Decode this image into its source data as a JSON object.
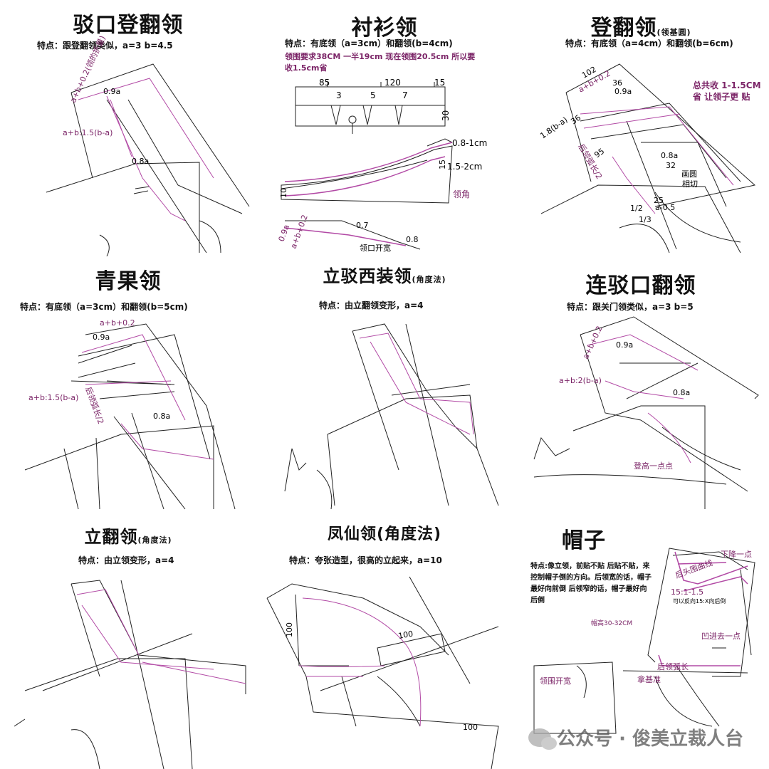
{
  "panels": [
    {
      "title": "驳口登翻领",
      "sub": "",
      "feature": "特点：跟登翻领类似，a=3 b=4.5",
      "labels": [
        "a+b+0.2(领的折量)",
        "0.9a",
        "a+b:1.5(b-a)",
        "0.8a"
      ]
    },
    {
      "title": "衬衫领",
      "sub": "",
      "feature": "特点：有底领（a=3cm）和翻领(b=4cm)",
      "note": "领围要求38CM 一半19cm 现在领围20.5cm 所以要收1.5cm省",
      "labels": [
        "85",
        "120",
        "15",
        "3",
        "5",
        "7",
        "30",
        "0.8-1cm",
        "1.5-2cm",
        "15",
        "10",
        "领角",
        "0.9a",
        "a+b+0.2",
        "0.7",
        "0.8",
        "领口开宽"
      ]
    },
    {
      "title": "登翻领",
      "sub": "(领基圆)",
      "feature": "特点：有底领（a=4cm）和翻领(b=6cm)",
      "note": "总共收 1-1.5CM省 让领子更 贴",
      "labels": [
        "102",
        "a+b+0.2",
        "36",
        "0.9a",
        "1.8(b-a)",
        "36",
        "后领弧长/2",
        "95",
        "0.8a",
        "32",
        "画圆",
        "相切",
        "25",
        "a-0.5",
        "1/2",
        "1/3"
      ]
    },
    {
      "title": "青果领",
      "sub": "",
      "feature": "特点：有底领（a=3cm）和翻领(b=5cm)",
      "labels": [
        "a+b+0.2",
        "0.9a",
        "a+b:1.5(b-a)",
        "后领弧长/2",
        "0.8a"
      ]
    },
    {
      "title": "立驳西装领",
      "sub": "(角度法)",
      "feature": "特点：由立翻领变形，a=4",
      "labels": []
    },
    {
      "title": "连驳口翻领",
      "sub": "",
      "feature": "特点：跟关门领类似，a=3 b=5",
      "labels": [
        "a+b+0.2",
        "0.9a",
        "a+b:2(b-a)",
        "0.8a",
        "登高一点点"
      ]
    },
    {
      "title": "立翻领",
      "sub": "(角度法)",
      "feature": "特点：由立领变形，a=4",
      "labels": []
    },
    {
      "title": "凤仙领(角度法)",
      "sub": "",
      "feature": "特点：夸张造型，很高的立起来，a=10",
      "labels": [
        "100",
        "100",
        "100"
      ]
    },
    {
      "title": "帽子",
      "sub": "",
      "feature": "特点:像立领，前贴不贴 后贴不贴，来控制帽子倒的方向。后领宽的话，帽子最好向前倒 后领窄的话，帽子最好向后倒",
      "labels": [
        "下降一点",
        "后头围曲线",
        "15:1-1.5",
        "可以反向15:X向后倒",
        "帽高30-32CM",
        "凹进去一点",
        "后领弧长",
        "拿基准",
        "领围开宽"
      ]
    }
  ],
  "watermark": "公众号 · 俊美立裁人台",
  "colors": {
    "line": "#222222",
    "pattern": "#b24aa5",
    "text_accent": "#7b2467"
  }
}
